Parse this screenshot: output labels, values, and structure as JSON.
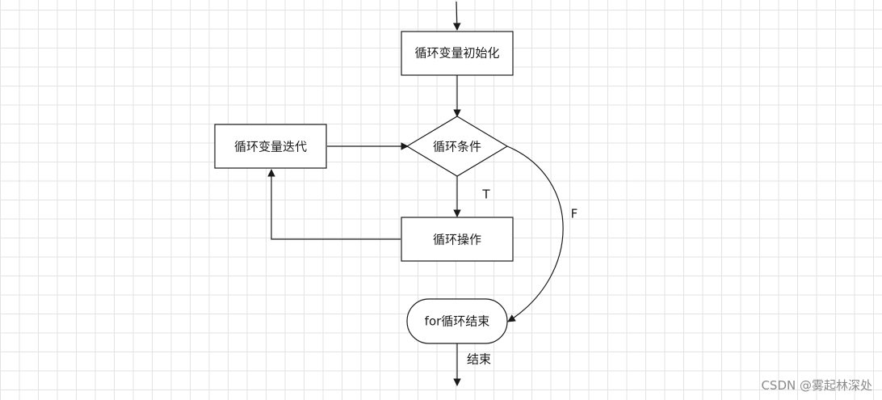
{
  "diagram": {
    "nodes": {
      "init": "循环变量初始化",
      "iterate": "循环变量迭代",
      "condition": "循环条件",
      "operation": "循环操作",
      "end_loop": "for循环结束"
    },
    "edges": {
      "true_label": "T",
      "false_label": "F",
      "end_label": "结束"
    }
  },
  "watermark": "CSDN @雾起林深处"
}
